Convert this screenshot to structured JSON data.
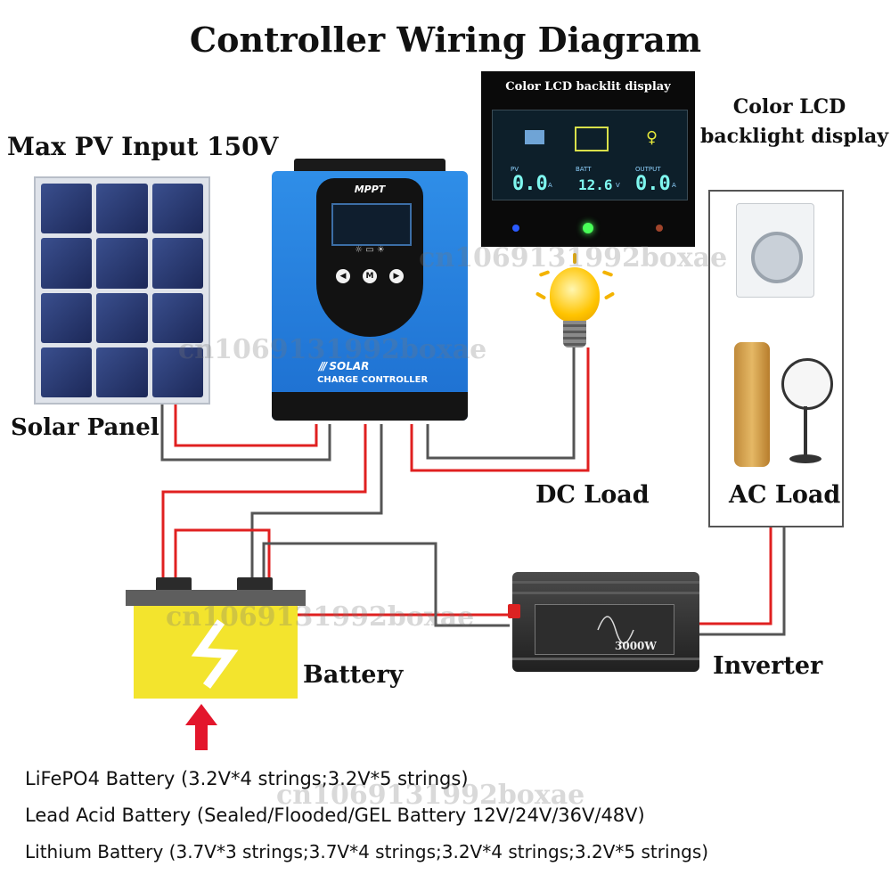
{
  "title": "Controller Wiring Diagram",
  "labels": {
    "max_pv": "Max PV  Input 150V",
    "solar_panel": "Solar Panel",
    "dc_load": "DC Load",
    "ac_load": "AC Load",
    "battery": "Battery",
    "inverter": "Inverter",
    "lcd_caption_line1": "Color LCD",
    "lcd_caption_line2": "backlight display"
  },
  "controller": {
    "brand_top": "MPPT",
    "brand_line1": "SOLAR",
    "brand_line2": "CHARGE CONTROLLER",
    "buttons": [
      "◀",
      "M",
      "▶"
    ]
  },
  "lcd_photo": {
    "title": "Color LCD backlit display",
    "pv_label": "PV",
    "pv_value": "0.0",
    "pv_unit": "A",
    "batt_label": "BATT",
    "batt_value": "12.6",
    "batt_unit": "V",
    "output_label": "OUTPUT",
    "output_value": "0.0",
    "output_unit": "A"
  },
  "inverter": {
    "power": "3000W"
  },
  "battery_specs": [
    "LiFePO4 Battery (3.2V*4 strings;3.2V*5 strings)",
    "Lead Acid Battery (Sealed/Flooded/GEL Battery 12V/24V/36V/48V)",
    "Lithium Battery (3.7V*3 strings;3.7V*4 strings;3.2V*4 strings;3.2V*5 strings)"
  ],
  "watermark": "cn1069131992boxae",
  "colors": {
    "wire_positive": "#e02020",
    "wire_negative": "#555555",
    "controller_body": "#2f8ee8",
    "battery_body": "#f3e42d",
    "arrow": "#e3162c"
  }
}
